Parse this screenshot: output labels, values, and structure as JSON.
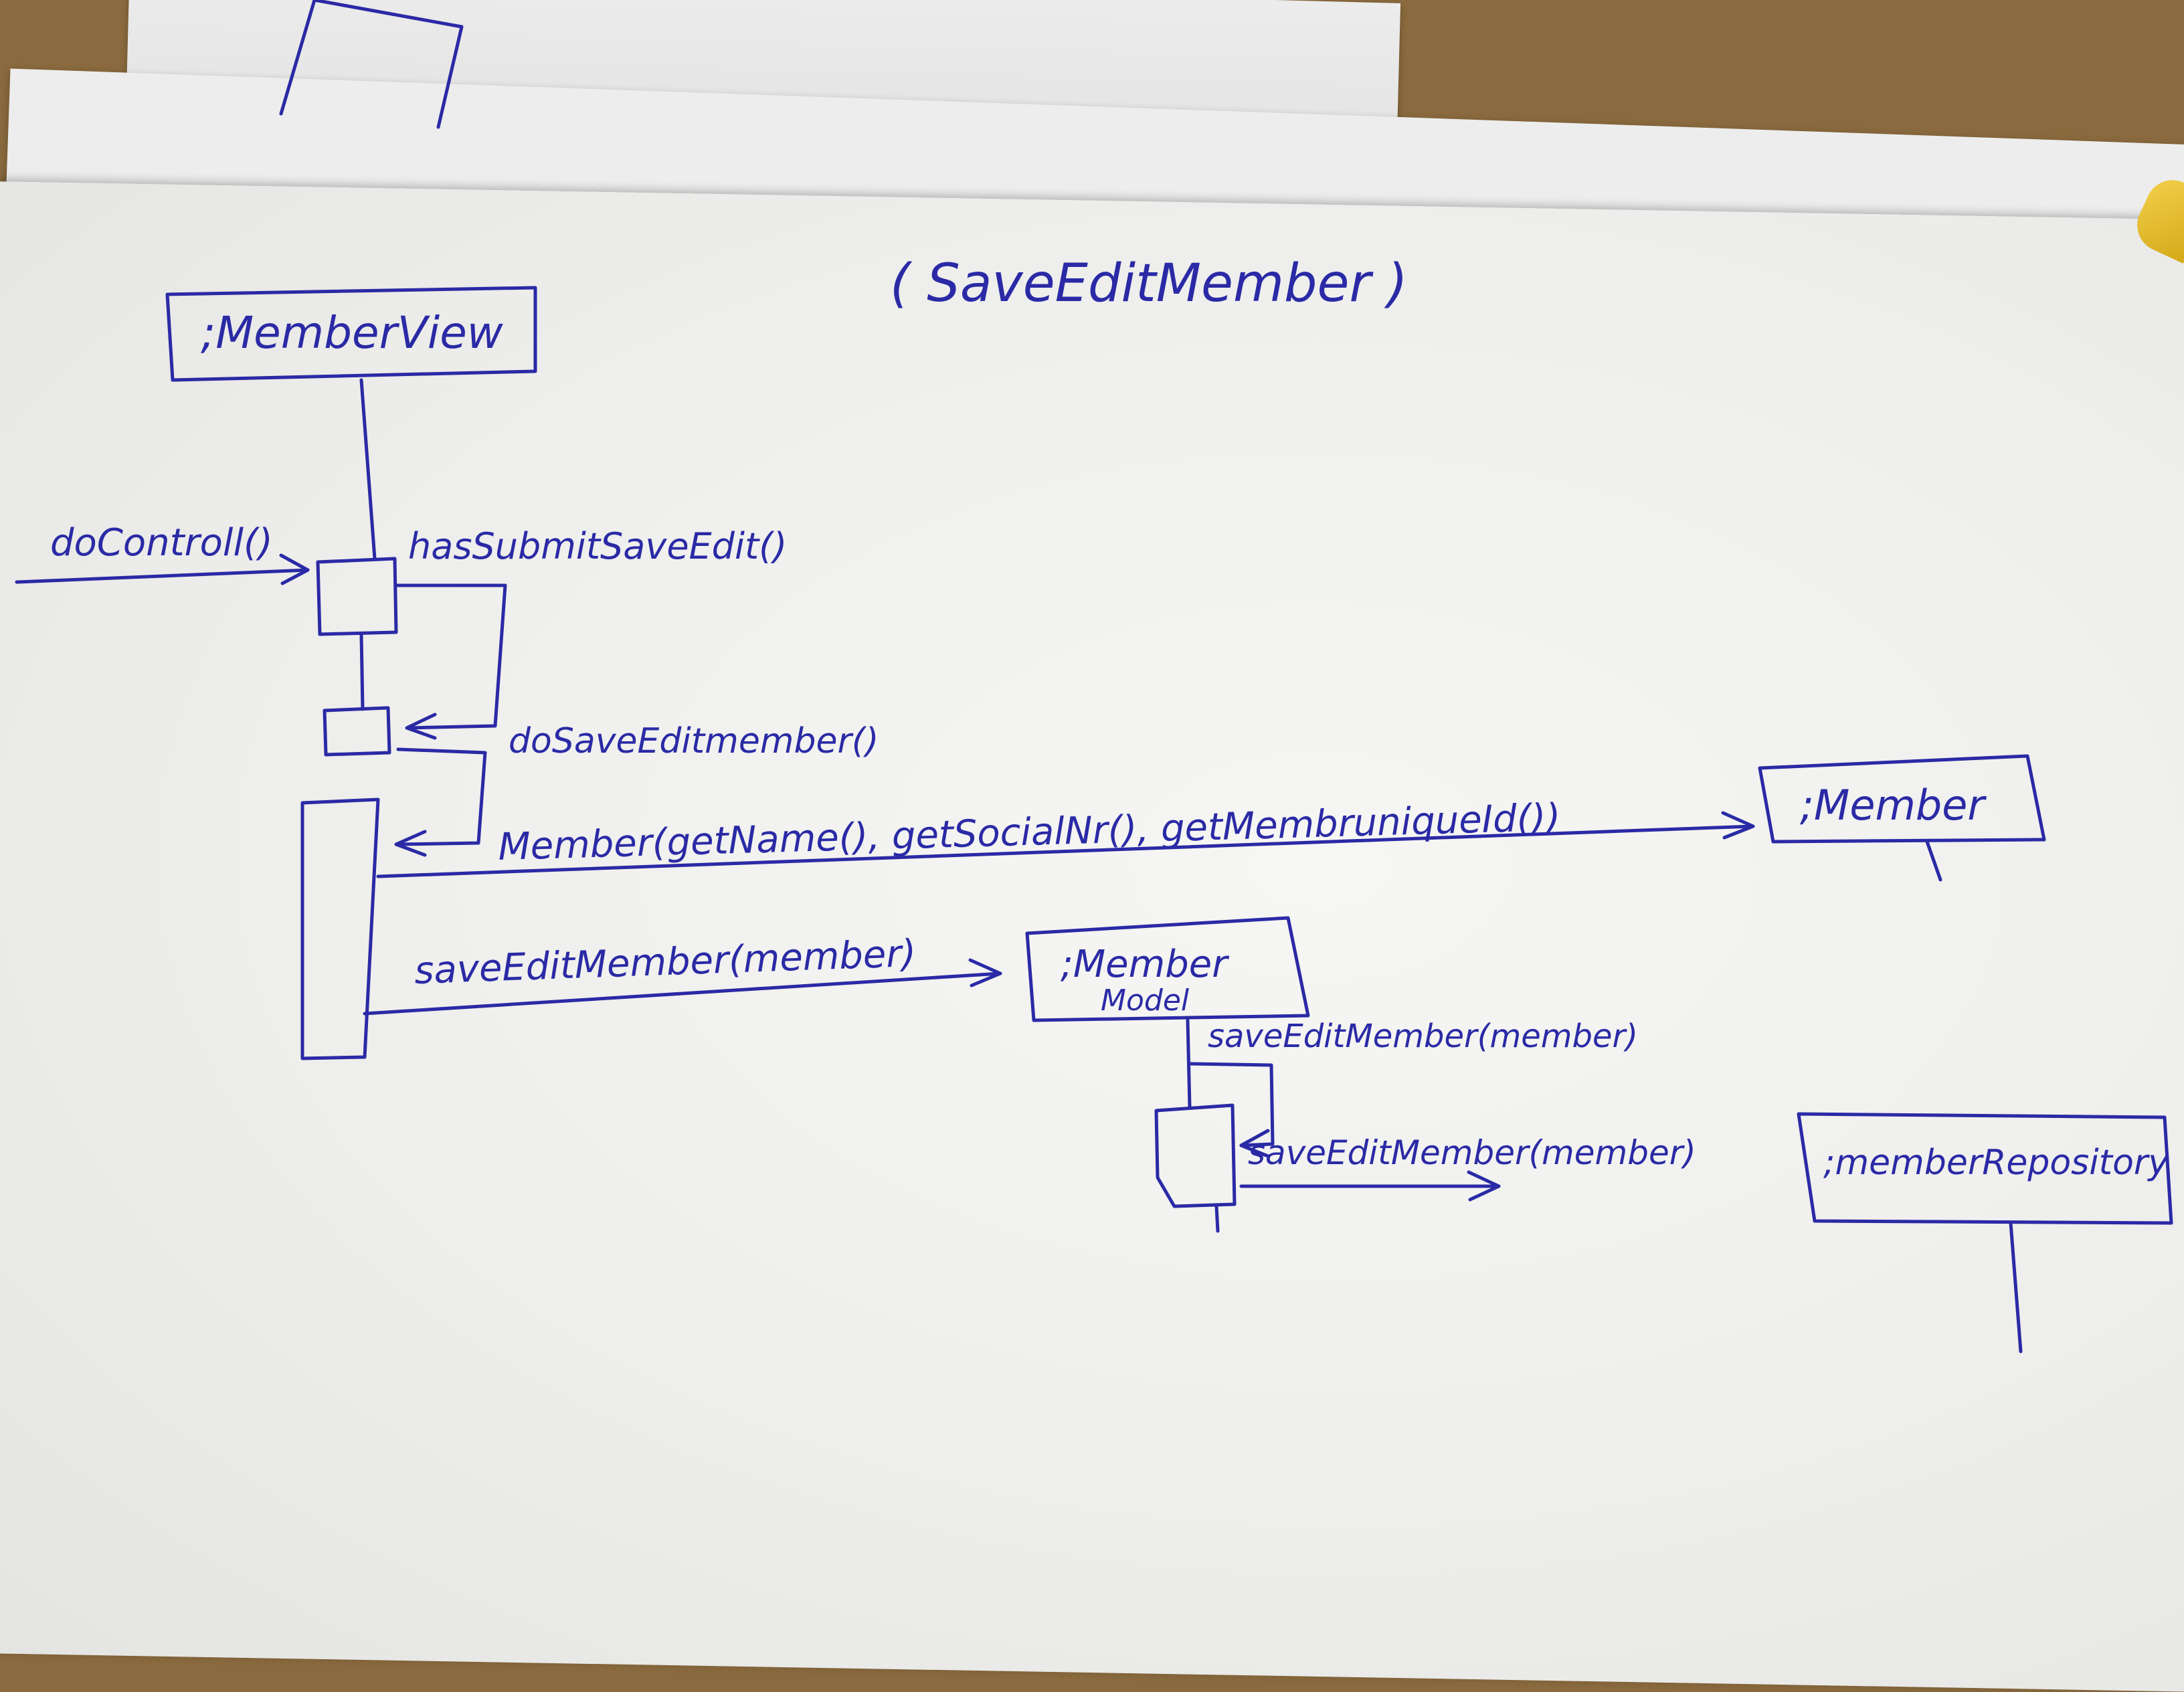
{
  "diagram": {
    "title": "( SaveEditMember )",
    "lifelines": {
      "member_view": ";MemberView",
      "member": ";Member",
      "member_model_line1": ";Member",
      "member_model_line2": "Model",
      "member_repository": ";memberRepository"
    },
    "messages": {
      "do_controll": "doControll()",
      "has_submit": "hasSubmitSaveEdit()",
      "do_save_edit": "doSaveEditmember()",
      "member_ctor": "Member(getName(), getSocialNr(), getMembruniqueId())",
      "save_edit_view": "saveEditMember(member)",
      "save_edit_self": "saveEditMember(member)",
      "save_edit_repo": "saveEditMember(member)"
    }
  }
}
